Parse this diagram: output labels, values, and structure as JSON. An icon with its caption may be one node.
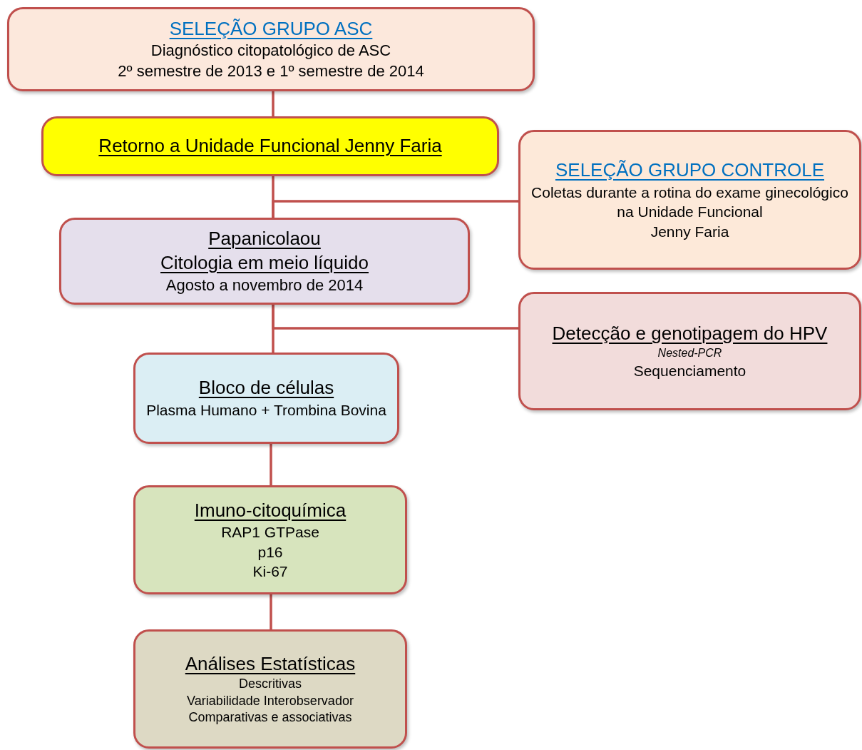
{
  "diagram": {
    "nodes": [
      {
        "text": [
          "SELEÇÃO GRUPO ASC",
          "Diagnóstico citopatológico de ASC",
          "2º semestre de 2013 e 1º semestre de 2014"
        ]
      },
      {
        "text": [
          "Retorno a Unidade Funcional Jenny Faria"
        ]
      },
      {
        "text": [
          "SELEÇÃO GRUPO CONTROLE",
          "Coletas durante a rotina do exame ginecológico na Unidade Funcional",
          "Jenny Faria"
        ]
      },
      {
        "text": [
          "Papanicolaou",
          "Citologia em meio líquido",
          "Agosto a novembro de 2014"
        ]
      },
      {
        "text": [
          "Detecção e genotipagem do HPV",
          "Nested-PCR",
          "Sequenciamento"
        ]
      },
      {
        "text": [
          "Bloco de células",
          "Plasma Humano + Trombina Bovina"
        ]
      },
      {
        "text": [
          "Imuno-citoquímica",
          "RAP1 GTPase",
          "p16",
          "Ki-67"
        ]
      },
      {
        "text": [
          "Análises Estatísticas",
          "Descritivas",
          "Variabilidade Interobservador",
          "Comparativas e associativas"
        ]
      }
    ],
    "edges": [
      {
        "from": 0,
        "to": 1,
        "arrow": "none"
      },
      {
        "from": 1,
        "to": 3,
        "arrow": "none"
      },
      {
        "from": 2,
        "to": 3,
        "arrow": "none"
      },
      {
        "from": 3,
        "to": 5,
        "arrow": "none"
      },
      {
        "from": 3,
        "to": 4,
        "arrow": "none"
      },
      {
        "from": 5,
        "to": 6,
        "arrow": "none"
      },
      {
        "from": 6,
        "to": 7,
        "arrow": "none"
      }
    ]
  }
}
